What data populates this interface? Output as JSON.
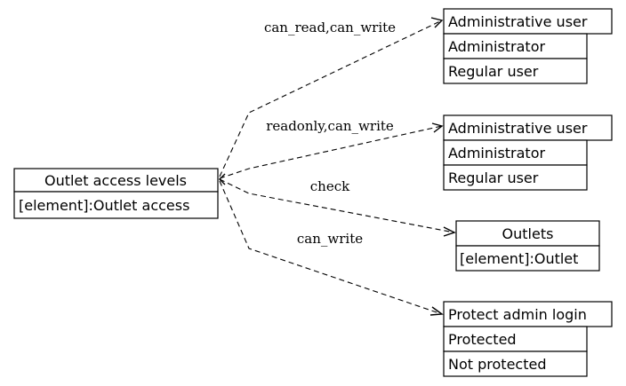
{
  "source": {
    "title": "Outlet access levels",
    "attribute": "[element]:Outlet access"
  },
  "targets": [
    {
      "title": "Administrative user",
      "rows": [
        "Administrator",
        "Regular user"
      ]
    },
    {
      "title": "Administrative user",
      "rows": [
        "Administrator",
        "Regular user"
      ]
    },
    {
      "title": "Outlets",
      "rows": [
        "[element]:Outlet"
      ]
    },
    {
      "title": "Protect admin login",
      "rows": [
        "Protected",
        "Not protected"
      ]
    }
  ],
  "edges": [
    {
      "label": "can_read,can_write"
    },
    {
      "label": "readonly,can_write"
    },
    {
      "label": "check"
    },
    {
      "label": "can_write"
    }
  ]
}
